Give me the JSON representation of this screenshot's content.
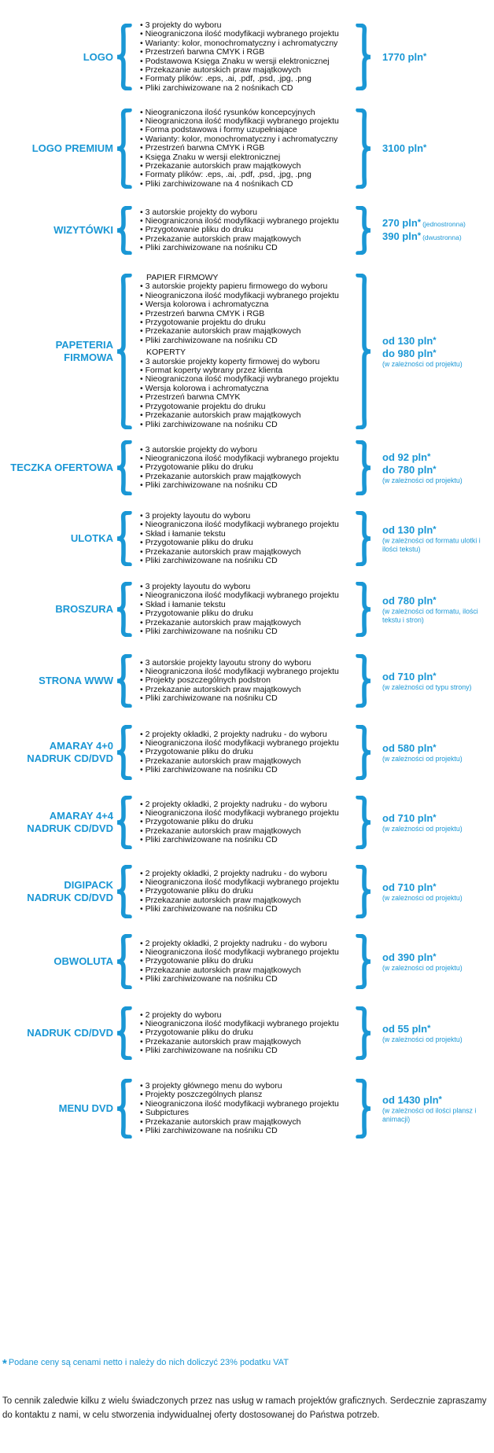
{
  "colors": {
    "accent": "#1a97d5",
    "text": "#111111"
  },
  "services": [
    {
      "name": "LOGO",
      "items": [
        "3 projekty do wyboru",
        "Nieograniczona ilość modyfikacji wybranego projektu",
        "Warianty: kolor, monochromatyczny i achromatyczny",
        "Przestrzeń barwna CMYK i RGB",
        "Podstawowa Księga Znaku w wersji elektronicznej",
        "Przekazanie autorskich praw majątkowych",
        "Formaty plików: .eps, .ai, .pdf, .psd, .jpg, .png",
        "Pliki zarchiwizowane na 2 nośnikach CD"
      ],
      "prices": [
        {
          "text": "1770 pln",
          "tag": ""
        }
      ],
      "note": ""
    },
    {
      "name": "LOGO PREMIUM",
      "items": [
        "Nieograniczona ilość rysunków koncepcyjnych",
        "Nieograniczona ilość modyfikacji wybranego projektu",
        "Forma podstawowa i formy uzupełniające",
        "Warianty: kolor, monochromatyczny i achromatyczny",
        "Przestrzeń barwna CMYK i RGB",
        "Księga Znaku w wersji elektronicznej",
        "Przekazanie autorskich praw majątkowych",
        "Formaty plików: .eps, .ai, .pdf, .psd, .jpg, .png",
        "Pliki zarchiwizowane na 4 nośnikach CD"
      ],
      "prices": [
        {
          "text": "3100 pln",
          "tag": ""
        }
      ],
      "note": ""
    },
    {
      "name": "WIZYTÓWKI",
      "items": [
        "3 autorskie projekty do wyboru",
        "Nieograniczona ilość modyfikacji wybranego projektu",
        "Przygotowanie pliku do druku",
        "Przekazanie autorskich praw majątkowych",
        "Pliki zarchiwizowane na nośniku CD"
      ],
      "prices": [
        {
          "text": "270 pln",
          "tag": "(jednostronna)"
        },
        {
          "text": "390 pln",
          "tag": "(dwustronna)"
        }
      ],
      "note": ""
    },
    {
      "name": "PAPETERIA\nFIRMOWA",
      "groups": [
        {
          "heading": "PAPIER FIRMOWY",
          "items": [
            "3 autorskie projekty papieru firmowego do wyboru",
            "Nieograniczona ilość modyfikacji wybranego projektu",
            "Wersja kolorowa i achromatyczna",
            "Przestrzeń barwna CMYK i RGB",
            "Przygotowanie projektu do druku",
            "Przekazanie autorskich praw majątkowych",
            "Pliki zarchiwizowane na nośniku CD"
          ]
        },
        {
          "heading": "KOPERTY",
          "items": [
            "3 autorskie projekty koperty firmowej do wyboru",
            "Format koperty wybrany przez klienta",
            "Nieograniczona ilość modyfikacji wybranego projektu",
            "Wersja kolorowa i achromatyczna",
            "Przestrzeń barwna CMYK",
            "Przygotowanie projektu do druku",
            "Przekazanie autorskich praw majątkowych",
            "Pliki zarchiwizowane na nośniku CD"
          ]
        }
      ],
      "prices": [
        {
          "text": "od 130 pln",
          "tag": ""
        },
        {
          "text": "do 980 pln",
          "tag": ""
        }
      ],
      "note": "(w zależności od projektu)"
    },
    {
      "name": "TECZKA OFERTOWA",
      "items": [
        "3 autorskie projekty do wyboru",
        "Nieograniczona ilość modyfikacji wybranego projektu",
        "Przygotowanie pliku do druku",
        "Przekazanie autorskich praw majątkowych",
        "Pliki zarchiwizowane na nośniku CD"
      ],
      "prices": [
        {
          "text": "od 92 pln",
          "tag": ""
        },
        {
          "text": "do 780 pln",
          "tag": ""
        }
      ],
      "note": "(w zależności od projektu)"
    },
    {
      "name": "ULOTKA",
      "items": [
        "3 projekty layoutu do wyboru",
        "Nieograniczona ilość modyfikacji wybranego projektu",
        "Skład i łamanie tekstu",
        "Przygotowanie pliku do druku",
        "Przekazanie autorskich praw majątkowych",
        "Pliki zarchiwizowane na nośniku CD"
      ],
      "prices": [
        {
          "text": "od 130 pln",
          "tag": ""
        }
      ],
      "note": "(w zależności od formatu ulotki i ilości tekstu)"
    },
    {
      "name": "BROSZURA",
      "items": [
        "3 projekty layoutu do wyboru",
        "Nieograniczona ilość modyfikacji wybranego projektu",
        "Skład i łamanie tekstu",
        "Przygotowanie pliku do druku",
        "Przekazanie autorskich praw majątkowych",
        "Pliki zarchiwizowane na nośniku CD"
      ],
      "prices": [
        {
          "text": "od 780 pln",
          "tag": ""
        }
      ],
      "note": "(w zależności od formatu, ilości tekstu i stron)"
    },
    {
      "name": "STRONA WWW",
      "items": [
        "3 autorskie projekty layoutu strony do wyboru",
        "Nieograniczona ilość modyfikacji wybranego projektu",
        "Projekty poszczególnych podstron",
        "Przekazanie autorskich praw majątkowych",
        "Pliki zarchiwizowane na nośniku CD"
      ],
      "prices": [
        {
          "text": "od 710 pln",
          "tag": ""
        }
      ],
      "note": "(w zależności od typu strony)"
    },
    {
      "name": "AMARAY 4+0\nNADRUK CD/DVD",
      "items": [
        "2 projekty okładki, 2 projekty nadruku - do wyboru",
        "Nieograniczona ilość modyfikacji wybranego projektu",
        "Przygotowanie pliku do druku",
        "Przekazanie autorskich praw majątkowych",
        "Pliki zarchiwizowane na nośniku CD"
      ],
      "prices": [
        {
          "text": "od 580 pln",
          "tag": ""
        }
      ],
      "note": "(w zależności od projektu)"
    },
    {
      "name": "AMARAY 4+4\nNADRUK CD/DVD",
      "items": [
        "2 projekty okładki, 2 projekty nadruku - do wyboru",
        "Nieograniczona ilość modyfikacji wybranego projektu",
        "Przygotowanie pliku do druku",
        "Przekazanie autorskich praw majątkowych",
        "Pliki zarchiwizowane na nośniku CD"
      ],
      "prices": [
        {
          "text": "od 710 pln",
          "tag": ""
        }
      ],
      "note": "(w zależności od projektu)"
    },
    {
      "name": "DIGIPACK\nNADRUK CD/DVD",
      "items": [
        "2 projekty okładki, 2 projekty nadruku - do wyboru",
        "Nieograniczona ilość modyfikacji wybranego projektu",
        "Przygotowanie pliku do druku",
        "Przekazanie autorskich praw majątkowych",
        "Pliki zarchiwizowane na nośniku CD"
      ],
      "prices": [
        {
          "text": "od 710 pln",
          "tag": ""
        }
      ],
      "note": "(w zależności od projektu)"
    },
    {
      "name": "OBWOLUTA",
      "items": [
        "2 projekty okładki, 2 projekty nadruku - do wyboru",
        "Nieograniczona ilość modyfikacji wybranego projektu",
        "Przygotowanie pliku do druku",
        "Przekazanie autorskich praw majątkowych",
        "Pliki zarchiwizowane na nośniku CD"
      ],
      "prices": [
        {
          "text": "od 390 pln",
          "tag": ""
        }
      ],
      "note": "(w zależności od projektu)"
    },
    {
      "name": "NADRUK CD/DVD",
      "items": [
        "2 projekty do wyboru",
        "Nieograniczona ilość modyfikacji wybranego projektu",
        "Przygotowanie pliku do druku",
        "Przekazanie autorskich praw majątkowych",
        "Pliki zarchiwizowane na nośniku CD"
      ],
      "prices": [
        {
          "text": "od 55 pln",
          "tag": ""
        }
      ],
      "note": "(w zależności od projektu)"
    },
    {
      "name": "MENU DVD",
      "items": [
        "3 projekty głównego menu do wyboru",
        "Projekty poszczególnych plansz",
        "Nieograniczona ilość modyfikacji wybranego projektu",
        "Subpictures",
        "Przekazanie autorskich praw majątkowych",
        "Pliki zarchiwizowane na nośniku CD"
      ],
      "prices": [
        {
          "text": "od 1430 pln",
          "tag": ""
        }
      ],
      "note": "(w zależności od ilości plansz i animacji)"
    }
  ],
  "price_marker": "*",
  "footnote": {
    "marker": "*",
    "text": "Podane ceny są cenami netto i należy do nich doliczyć 23% podatku VAT"
  },
  "closing": "To cennik zaledwie kilku z wielu świadczonych przez nas usług w ramach projektów graficznych. Serdecznie zapraszamy do kontaktu z nami, w celu stworzenia indywidualnej oferty dostosowanej do Państwa potrzeb."
}
